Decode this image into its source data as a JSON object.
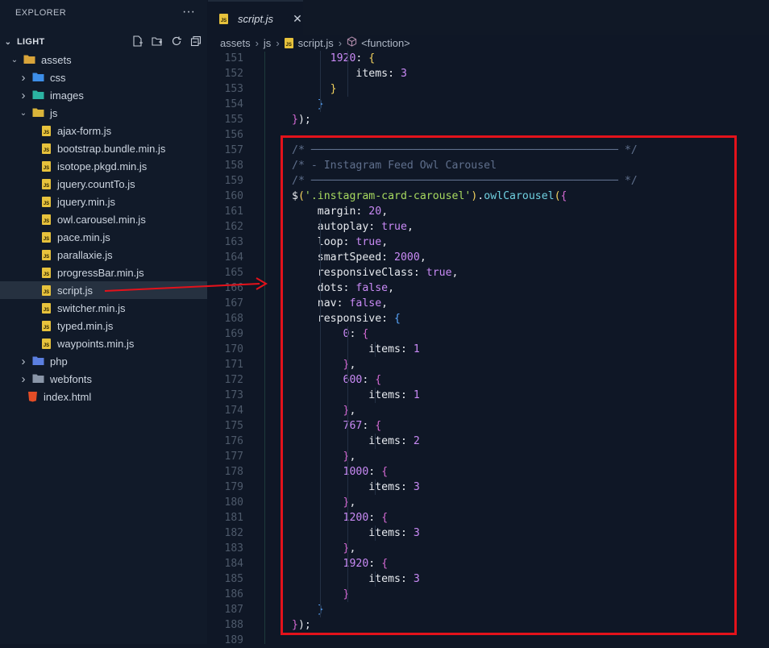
{
  "explorer": {
    "header": "EXPLORER",
    "more": "···",
    "root": "LIGHT",
    "tree": [
      {
        "label": "assets",
        "level": 1,
        "kind": "folder-open",
        "chevron": "⌄"
      },
      {
        "label": "css",
        "level": 2,
        "kind": "folder-css",
        "chevron": "›"
      },
      {
        "label": "images",
        "level": 2,
        "kind": "folder-images",
        "chevron": "›"
      },
      {
        "label": "js",
        "level": 2,
        "kind": "folder-js",
        "chevron": "⌄"
      },
      {
        "label": "ajax-form.js",
        "level": 3,
        "kind": "js"
      },
      {
        "label": "bootstrap.bundle.min.js",
        "level": 3,
        "kind": "js"
      },
      {
        "label": "isotope.pkgd.min.js",
        "level": 3,
        "kind": "js"
      },
      {
        "label": "jquery.countTo.js",
        "level": 3,
        "kind": "js"
      },
      {
        "label": "jquery.min.js",
        "level": 3,
        "kind": "js"
      },
      {
        "label": "owl.carousel.min.js",
        "level": 3,
        "kind": "js"
      },
      {
        "label": "pace.min.js",
        "level": 3,
        "kind": "js"
      },
      {
        "label": "parallaxie.js",
        "level": 3,
        "kind": "js"
      },
      {
        "label": "progressBar.min.js",
        "level": 3,
        "kind": "js"
      },
      {
        "label": "script.js",
        "level": 3,
        "kind": "js",
        "selected": true
      },
      {
        "label": "switcher.min.js",
        "level": 3,
        "kind": "js"
      },
      {
        "label": "typed.min.js",
        "level": 3,
        "kind": "js"
      },
      {
        "label": "waypoints.min.js",
        "level": 3,
        "kind": "js"
      },
      {
        "label": "php",
        "level": 2,
        "kind": "folder-php",
        "chevron": "›"
      },
      {
        "label": "webfonts",
        "level": 2,
        "kind": "folder",
        "chevron": "›"
      },
      {
        "label": "index.html",
        "level": 2,
        "kind": "html"
      }
    ]
  },
  "tab": {
    "label": "script.js",
    "icon": "JS",
    "close": "✕"
  },
  "breadcrumb": {
    "items": [
      "assets",
      "js",
      "script.js",
      "<function>"
    ],
    "separator": "›"
  },
  "code": {
    "lines": [
      {
        "n": "151",
        "tokens": [
          [
            "      ",
            ""
          ],
          [
            "1920",
            "c-num"
          ],
          [
            ": ",
            "c-pun"
          ],
          [
            "{",
            "c-br1"
          ]
        ]
      },
      {
        "n": "152",
        "tokens": [
          [
            "          items",
            "c-key"
          ],
          [
            ": ",
            "c-pun"
          ],
          [
            "3",
            "c-num"
          ]
        ]
      },
      {
        "n": "153",
        "tokens": [
          [
            "      ",
            ""
          ],
          [
            "}",
            "c-br1"
          ]
        ]
      },
      {
        "n": "154",
        "tokens": [
          [
            "    ",
            ""
          ],
          [
            "}",
            "c-br3"
          ]
        ]
      },
      {
        "n": "155",
        "tokens": [
          [
            "}",
            "c-br2"
          ],
          [
            ");",
            "c-pun"
          ]
        ]
      },
      {
        "n": "156",
        "tokens": []
      },
      {
        "n": "157",
        "tokens": [
          [
            "/* ──────────────────────────────────────────────── */",
            "c-com"
          ]
        ]
      },
      {
        "n": "158",
        "tokens": [
          [
            "/* - Instagram Feed Owl Carousel",
            "c-com"
          ]
        ]
      },
      {
        "n": "159",
        "tokens": [
          [
            "/* ──────────────────────────────────────────────── */",
            "c-com"
          ]
        ]
      },
      {
        "n": "160",
        "tokens": [
          [
            "$",
            "c-sel"
          ],
          [
            "(",
            "c-br1"
          ],
          [
            "'.instagram-card-carousel'",
            "c-str"
          ],
          [
            ")",
            "c-br1"
          ],
          [
            ".",
            "c-pun"
          ],
          [
            "owlCarousel",
            "c-fn"
          ],
          [
            "(",
            "c-br1"
          ],
          [
            "{",
            "c-br2"
          ]
        ]
      },
      {
        "n": "161",
        "tokens": [
          [
            "    margin",
            "c-key"
          ],
          [
            ": ",
            "c-pun"
          ],
          [
            "20",
            "c-num"
          ],
          [
            ",",
            "c-pun"
          ]
        ]
      },
      {
        "n": "162",
        "tokens": [
          [
            "    autoplay",
            "c-key"
          ],
          [
            ": ",
            "c-pun"
          ],
          [
            "true",
            "c-bool"
          ],
          [
            ",",
            "c-pun"
          ]
        ]
      },
      {
        "n": "163",
        "tokens": [
          [
            "    loop",
            "c-key"
          ],
          [
            ": ",
            "c-pun"
          ],
          [
            "true",
            "c-bool"
          ],
          [
            ",",
            "c-pun"
          ]
        ]
      },
      {
        "n": "164",
        "tokens": [
          [
            "    smartSpeed",
            "c-key"
          ],
          [
            ": ",
            "c-pun"
          ],
          [
            "2000",
            "c-num"
          ],
          [
            ",",
            "c-pun"
          ]
        ]
      },
      {
        "n": "165",
        "tokens": [
          [
            "    responsiveClass",
            "c-key"
          ],
          [
            ": ",
            "c-pun"
          ],
          [
            "true",
            "c-bool"
          ],
          [
            ",",
            "c-pun"
          ]
        ]
      },
      {
        "n": "166",
        "tokens": [
          [
            "    dots",
            "c-key"
          ],
          [
            ": ",
            "c-pun"
          ],
          [
            "false",
            "c-bool"
          ],
          [
            ",",
            "c-pun"
          ]
        ]
      },
      {
        "n": "167",
        "tokens": [
          [
            "    nav",
            "c-key"
          ],
          [
            ": ",
            "c-pun"
          ],
          [
            "false",
            "c-bool"
          ],
          [
            ",",
            "c-pun"
          ]
        ]
      },
      {
        "n": "168",
        "tokens": [
          [
            "    responsive",
            "c-key"
          ],
          [
            ": ",
            "c-pun"
          ],
          [
            "{",
            "c-br3"
          ]
        ]
      },
      {
        "n": "169",
        "tokens": [
          [
            "        ",
            ""
          ],
          [
            "0",
            "c-num"
          ],
          [
            ": ",
            "c-pun"
          ],
          [
            "{",
            "c-br2"
          ]
        ]
      },
      {
        "n": "170",
        "tokens": [
          [
            "            items",
            "c-key"
          ],
          [
            ": ",
            "c-pun"
          ],
          [
            "1",
            "c-num"
          ]
        ]
      },
      {
        "n": "171",
        "tokens": [
          [
            "        ",
            ""
          ],
          [
            "}",
            "c-br2"
          ],
          [
            ",",
            "c-pun"
          ]
        ]
      },
      {
        "n": "172",
        "tokens": [
          [
            "        ",
            ""
          ],
          [
            "600",
            "c-num"
          ],
          [
            ": ",
            "c-pun"
          ],
          [
            "{",
            "c-br2"
          ]
        ]
      },
      {
        "n": "173",
        "tokens": [
          [
            "            items",
            "c-key"
          ],
          [
            ": ",
            "c-pun"
          ],
          [
            "1",
            "c-num"
          ]
        ]
      },
      {
        "n": "174",
        "tokens": [
          [
            "        ",
            ""
          ],
          [
            "}",
            "c-br2"
          ],
          [
            ",",
            "c-pun"
          ]
        ]
      },
      {
        "n": "175",
        "tokens": [
          [
            "        ",
            ""
          ],
          [
            "767",
            "c-num"
          ],
          [
            ": ",
            "c-pun"
          ],
          [
            "{",
            "c-br2"
          ]
        ]
      },
      {
        "n": "176",
        "tokens": [
          [
            "            items",
            "c-key"
          ],
          [
            ": ",
            "c-pun"
          ],
          [
            "2",
            "c-num"
          ]
        ]
      },
      {
        "n": "177",
        "tokens": [
          [
            "        ",
            ""
          ],
          [
            "}",
            "c-br2"
          ],
          [
            ",",
            "c-pun"
          ]
        ]
      },
      {
        "n": "178",
        "tokens": [
          [
            "        ",
            ""
          ],
          [
            "1000",
            "c-num"
          ],
          [
            ": ",
            "c-pun"
          ],
          [
            "{",
            "c-br2"
          ]
        ]
      },
      {
        "n": "179",
        "tokens": [
          [
            "            items",
            "c-key"
          ],
          [
            ": ",
            "c-pun"
          ],
          [
            "3",
            "c-num"
          ]
        ]
      },
      {
        "n": "180",
        "tokens": [
          [
            "        ",
            ""
          ],
          [
            "}",
            "c-br2"
          ],
          [
            ",",
            "c-pun"
          ]
        ]
      },
      {
        "n": "181",
        "tokens": [
          [
            "        ",
            ""
          ],
          [
            "1200",
            "c-num"
          ],
          [
            ": ",
            "c-pun"
          ],
          [
            "{",
            "c-br2"
          ]
        ]
      },
      {
        "n": "182",
        "tokens": [
          [
            "            items",
            "c-key"
          ],
          [
            ": ",
            "c-pun"
          ],
          [
            "3",
            "c-num"
          ]
        ]
      },
      {
        "n": "183",
        "tokens": [
          [
            "        ",
            ""
          ],
          [
            "}",
            "c-br2"
          ],
          [
            ",",
            "c-pun"
          ]
        ]
      },
      {
        "n": "184",
        "tokens": [
          [
            "        ",
            ""
          ],
          [
            "1920",
            "c-num"
          ],
          [
            ": ",
            "c-pun"
          ],
          [
            "{",
            "c-br2"
          ]
        ]
      },
      {
        "n": "185",
        "tokens": [
          [
            "            items",
            "c-key"
          ],
          [
            ": ",
            "c-pun"
          ],
          [
            "3",
            "c-num"
          ]
        ]
      },
      {
        "n": "186",
        "tokens": [
          [
            "        ",
            ""
          ],
          [
            "}",
            "c-br2"
          ]
        ]
      },
      {
        "n": "187",
        "tokens": [
          [
            "    ",
            ""
          ],
          [
            "}",
            "c-br3"
          ]
        ]
      },
      {
        "n": "188",
        "tokens": [
          [
            "}",
            "c-br2"
          ],
          [
            ");",
            "c-pun"
          ]
        ]
      },
      {
        "n": "189",
        "tokens": []
      }
    ]
  },
  "colors": {
    "highlight": "#e3121b",
    "arrow": "#e3121b",
    "selection": "#263140"
  }
}
